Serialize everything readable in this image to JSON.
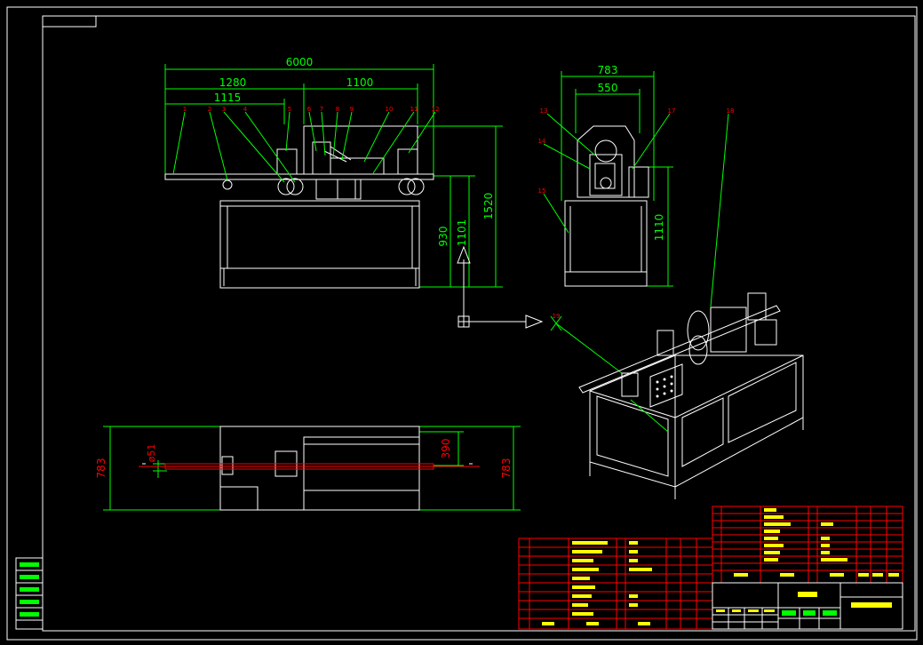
{
  "colors": {
    "background": "#000000",
    "outline": "#ffffff",
    "dimension": "#00ff00",
    "table_grid": "#ff0000",
    "title_text": "#ffff00",
    "balloon": "#ff0000"
  },
  "dimensions": {
    "front_total": "6000",
    "front_left": "1280",
    "front_right": "1100",
    "front_inner": "1115",
    "front_height_table": "930",
    "front_height_mid": "1101",
    "front_height_total": "1520",
    "side_width_outer": "783",
    "side_width_inner": "550",
    "side_height": "1110",
    "plan_width_left": "783",
    "plan_width_right": "783",
    "plan_inner": "390",
    "plan_diameter": "ø51"
  },
  "balloons_front": [
    "1",
    "2",
    "3",
    "4",
    "5",
    "6",
    "7",
    "8",
    "9",
    "10",
    "11",
    "12"
  ],
  "balloons_side": [
    "13",
    "14",
    "15",
    "17",
    "18"
  ],
  "balloon_iso": "19"
}
